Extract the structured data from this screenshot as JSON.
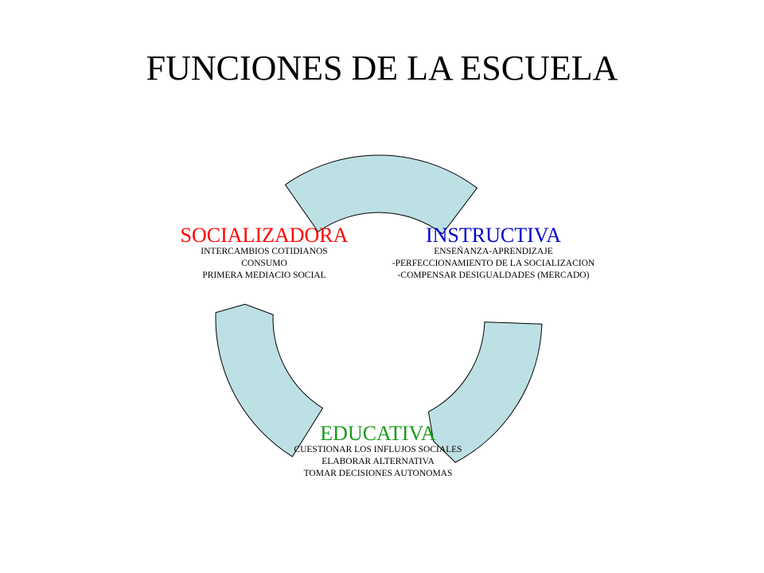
{
  "title": "FUNCIONES DE LA ESCUELA",
  "colors": {
    "segment_fill": "#bde0e4",
    "segment_stroke": "#000000",
    "socializadora": "#ff0000",
    "instructiva": "#0000cc",
    "educativa": "#1a9a1a"
  },
  "functions": [
    {
      "id": "socializadora",
      "heading": "SOCIALIZADORA",
      "lines": [
        "INTERCAMBIOS COTIDIANOS",
        "CONSUMO",
        "PRIMERA MEDIACIO SOCIAL"
      ]
    },
    {
      "id": "instructiva",
      "heading": "INSTRUCTIVA",
      "lines": [
        "ENSEÑANZA-APRENDIZAJE",
        "-PERFECCIONAMIENTO  DE LA SOCIALIZACION",
        "-COMPENSAR  DESIGUALDADES  (MERCADO)"
      ]
    },
    {
      "id": "educativa",
      "heading": "EDUCATIVA",
      "lines": [
        "CUESTIONAR  LOS INFLUJOS  SOCIALES",
        "ELABORAR  ALTERNATIVA",
        "TOMAR DECISIONES  AUTONOMAS"
      ]
    }
  ]
}
